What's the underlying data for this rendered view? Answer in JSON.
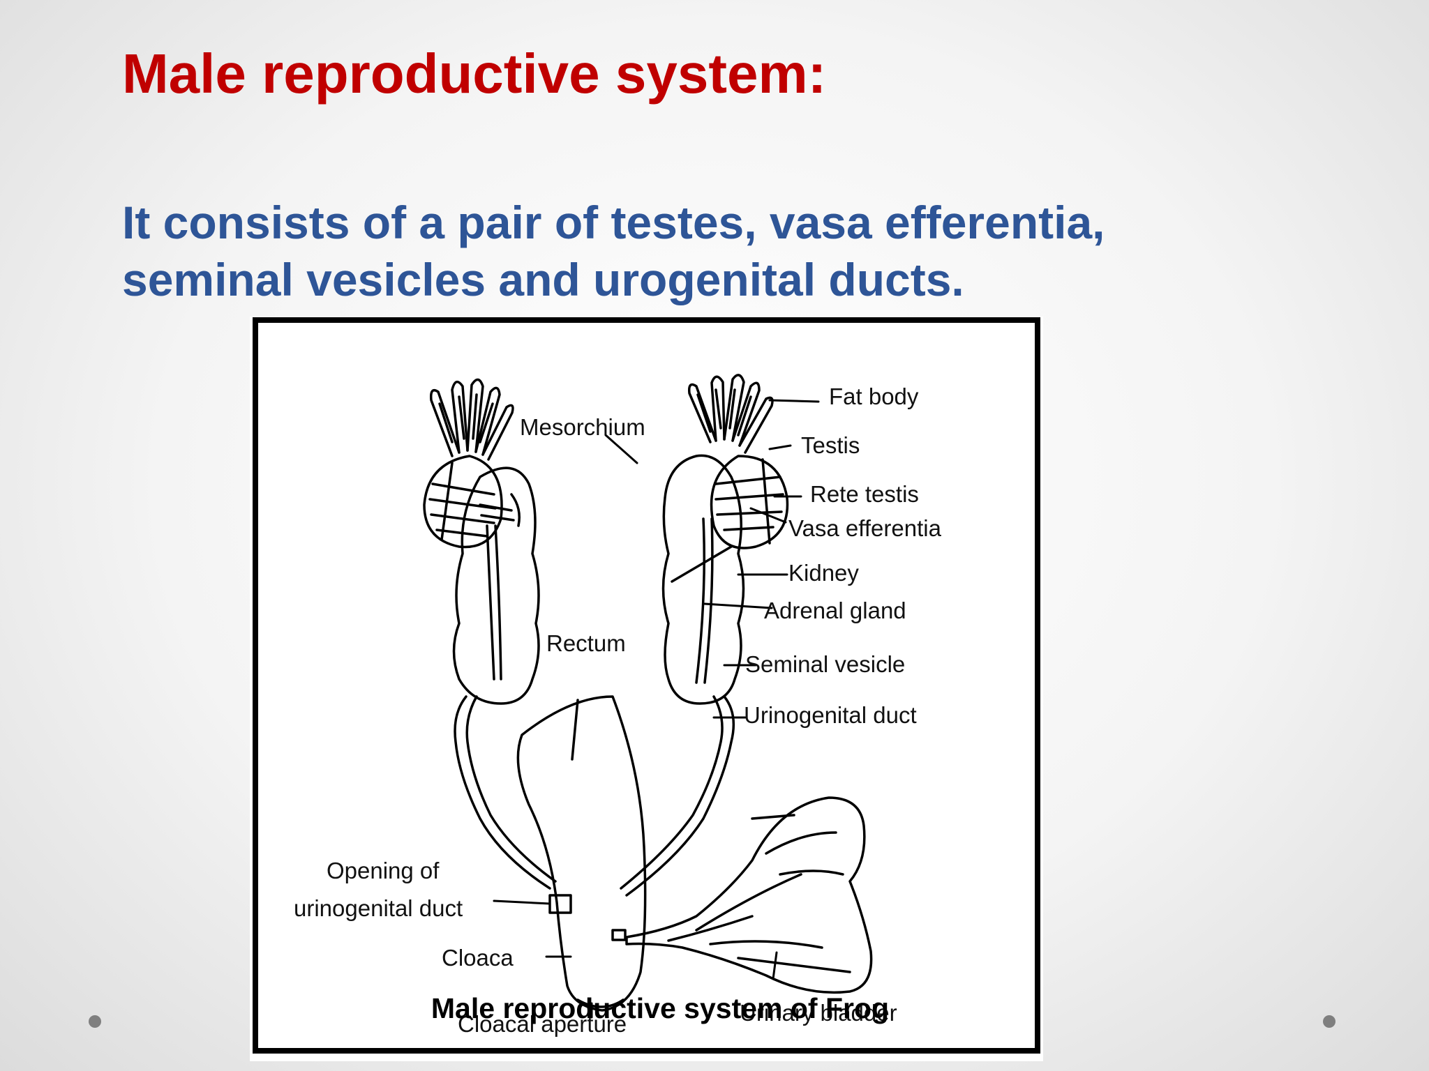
{
  "slide": {
    "title": "Male reproductive system:",
    "body": "It consists of a pair of testes, vasa efferentia, seminal vesicles and urogenital ducts."
  },
  "figure": {
    "caption": "Male reproductive system of Frog",
    "labels": {
      "fat_body": "Fat body",
      "mesorchium": "Mesorchium",
      "testis": "Testis",
      "rete_testis": "Rete testis",
      "vasa_efferentia": "Vasa efferentia",
      "kidney": "Kidney",
      "adrenal_gland": "Adrenal gland",
      "rectum": "Rectum",
      "seminal_vesicle": "Seminal vesicle",
      "urinogenital_duct": "Urinogenital duct",
      "opening_line1": "Opening of",
      "opening_line2": "urinogenital duct",
      "cloaca": "Cloaca",
      "cloacal_aperture": "Cloacal aperture",
      "urinary_bladder": "Urinary bladder"
    }
  },
  "colors": {
    "title": "#c00000",
    "body": "#2e5597",
    "nav_dot": "#7f7f7f"
  }
}
